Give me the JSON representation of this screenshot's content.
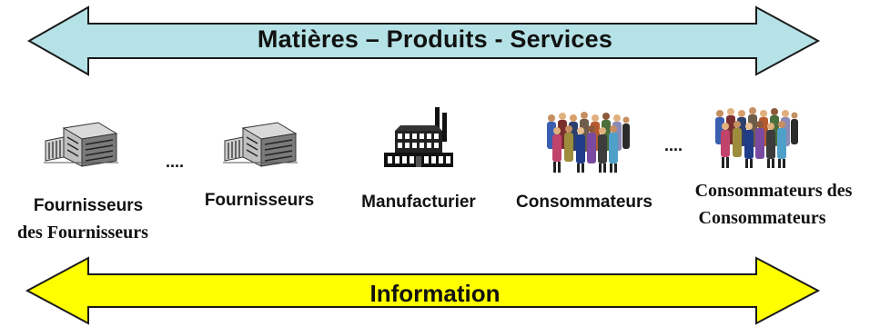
{
  "flows": {
    "top": {
      "label": "Matières – Produits - Services",
      "color": "#b5e2e6"
    },
    "bottom": {
      "label": "Information",
      "color": "#ffff00"
    }
  },
  "chain": {
    "ellipsis": "....",
    "nodes": [
      {
        "line1": "Fournisseurs",
        "line2": "des Fournisseurs",
        "icon": "office-building-icon"
      },
      {
        "line1": "Fournisseurs",
        "icon": "office-building-icon"
      },
      {
        "line1": "Manufacturier",
        "icon": "factory-icon"
      },
      {
        "line1": "Consommateurs",
        "icon": "people-group-icon"
      },
      {
        "line1": "Consommateurs des",
        "line2": "Consommateurs",
        "icon": "people-group-icon"
      }
    ]
  }
}
